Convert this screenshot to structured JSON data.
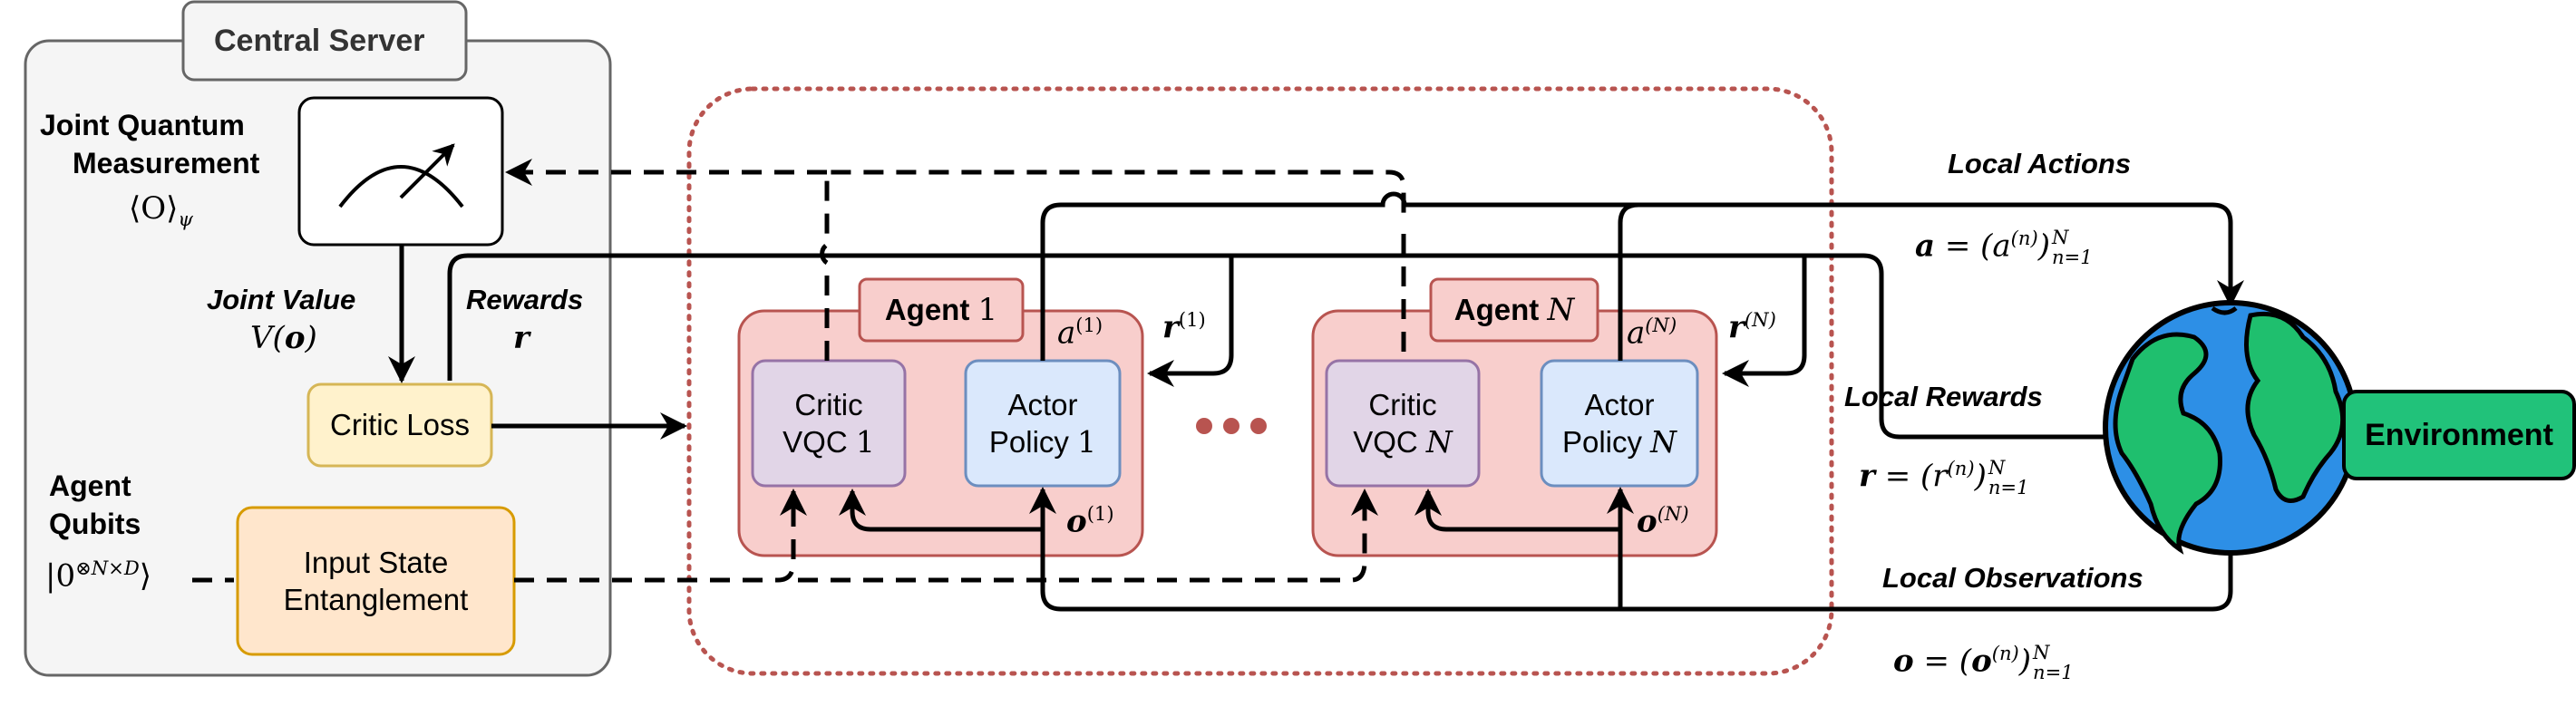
{
  "central_server": {
    "title": "Central Server"
  },
  "measurement": {
    "label_line1": "Joint Quantum",
    "label_line2": "Measurement",
    "expectation": "⟨O⟩",
    "expectation_sub": "ψ"
  },
  "joint_value": {
    "label": "Joint Value",
    "symbol": "V(",
    "symbol_bold": "o",
    "symbol_close": ")"
  },
  "rewards": {
    "label": "Rewards",
    "symbol": "r"
  },
  "critic_loss": {
    "label": "Critic Loss"
  },
  "agent_qubits": {
    "label_line1": "Agent",
    "label_line2": "Qubits",
    "ket_open": "|0",
    "ket_sup": "⊗N×D",
    "ket_close": "⟩"
  },
  "input_state": {
    "line1": "Input State",
    "line2": "Entanglement"
  },
  "agents": [
    {
      "tag_text": "Agent ",
      "tag_idx": "1",
      "critic_l1": "Critic",
      "critic_l2": "VQC ",
      "critic_idx": "1",
      "actor_l1": "Actor",
      "actor_l2": "Policy ",
      "actor_idx": "1",
      "action": "a",
      "action_sup": "(1)",
      "reward": "r",
      "reward_sup": "(1)",
      "obs": "o",
      "obs_sup": "(1)"
    },
    {
      "tag_text": "Agent ",
      "tag_idx": "N",
      "critic_l1": "Critic",
      "critic_l2": "VQC ",
      "critic_idx": "N",
      "actor_l1": "Actor",
      "actor_l2": "Policy ",
      "actor_idx": "N",
      "action": "a",
      "action_sup": "(N)",
      "reward": "r",
      "reward_sup": "(N)",
      "obs": "o",
      "obs_sup": "(N)"
    }
  ],
  "local_actions": {
    "label": "Local Actions",
    "lhs": "a",
    "eq": " = (a",
    "inner_sup": "(n)",
    "close": ")",
    "sup": "N",
    "sub": "n=1"
  },
  "local_rewards": {
    "label": "Local Rewards",
    "lhs": "r",
    "eq": " = (r",
    "inner_sup": "(n)",
    "close": ")",
    "sup": "N",
    "sub": "n=1"
  },
  "local_observations": {
    "label": "Local Observations",
    "lhs": "o",
    "eq": " = (",
    "inner": "o",
    "inner_sup": "(n)",
    "close": ")",
    "sup": "N",
    "sub": "n=1"
  },
  "environment": {
    "label": "Environment"
  },
  "colors": {
    "server_bg": "#f5f5f5",
    "agent_bg": "#f8cecc",
    "agent_border": "#b85450",
    "critic_bg": "#e1d5e7",
    "critic_border": "#9673a6",
    "actor_bg": "#dae8fc",
    "actor_border": "#6c8ebf",
    "loss_bg": "#fff2cc",
    "loss_border": "#d6b656",
    "input_bg": "#ffe6cc",
    "input_border": "#d79b00",
    "env_bg": "#21c27a",
    "dots": "#b85450",
    "dotted_border": "#b85450",
    "ocean": "#2d8fe6",
    "land": "#1fbf6e"
  }
}
